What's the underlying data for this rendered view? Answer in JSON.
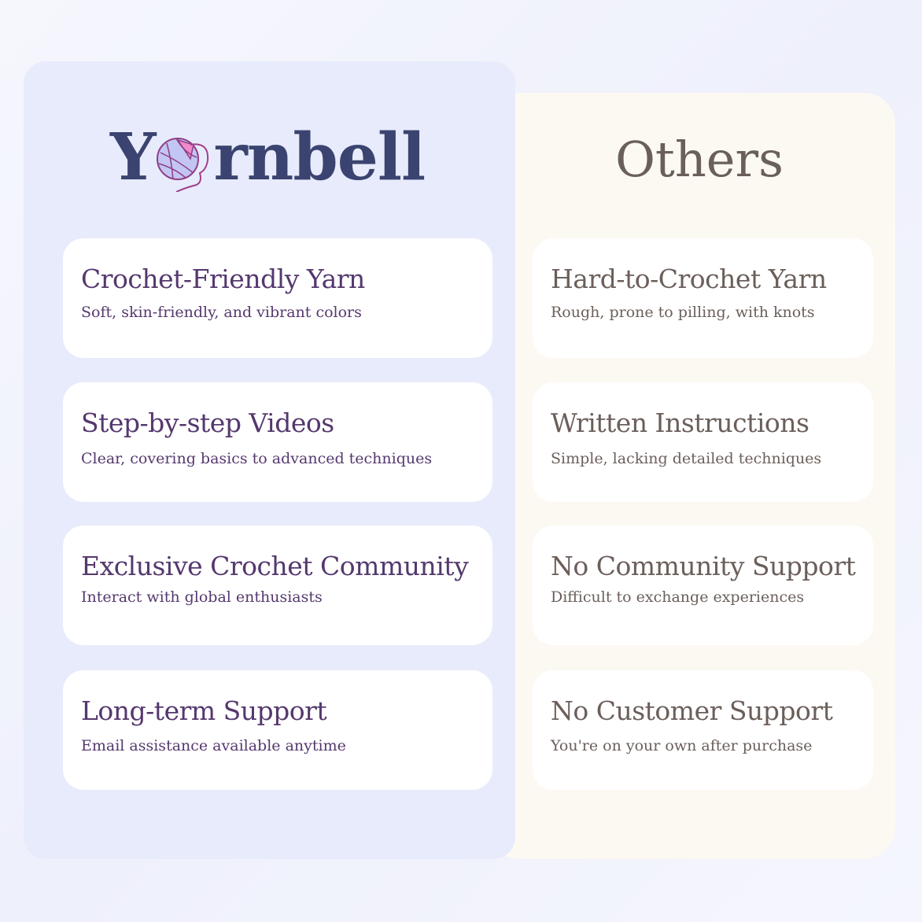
{
  "logo": {
    "text": "Yarnbell",
    "first": "Y",
    "rest": "rnbell"
  },
  "others_title": "Others",
  "yarnbell_features": [
    {
      "title": "Crochet-Friendly Yarn",
      "subtitle": "Soft, skin-friendly, and vibrant colors"
    },
    {
      "title": "Step-by-step Videos",
      "subtitle": "Clear, covering basics to advanced techniques"
    },
    {
      "title": "Exclusive Crochet Community",
      "subtitle": "Interact with global enthusiasts"
    },
    {
      "title": "Long-term Support",
      "subtitle": "Email assistance available anytime"
    }
  ],
  "others_features": [
    {
      "title": "Hard-to-Crochet Yarn",
      "subtitle": "Rough, prone to pilling, with knots"
    },
    {
      "title": "Written Instructions",
      "subtitle": "Simple, lacking detailed techniques"
    },
    {
      "title": "No Community Support",
      "subtitle": "Difficult to exchange experiences"
    },
    {
      "title": "No Customer Support",
      "subtitle": "You're on your own after purchase"
    }
  ]
}
